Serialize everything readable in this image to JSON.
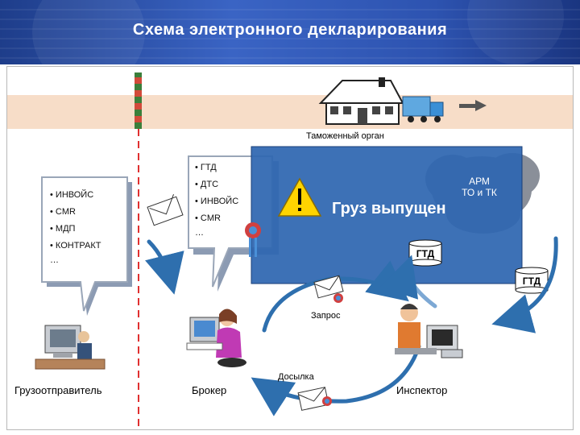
{
  "header": {
    "title": "Схема электронного декларирования"
  },
  "top": {
    "customs_label": "Таможенный орган"
  },
  "docs_left": {
    "items": [
      "• ИНВОЙС",
      "• CMR",
      "• МДП",
      "• КОНТРАКТ"
    ],
    "more": "…"
  },
  "docs_broker": {
    "items": [
      "• ГТД",
      "• ДТС",
      "• ИНВОЙС",
      "• CMR"
    ],
    "more": "…"
  },
  "popup": {
    "title": "Груз выпущен",
    "arm_line1": "АРМ",
    "arm_line2": "ТО и ТК",
    "gtd_label": "ГТД"
  },
  "right": {
    "gtd_label": "ГТД"
  },
  "flow": {
    "request_label": "Запрос",
    "send_label": "Досылка"
  },
  "actors": {
    "shipper": "Грузоотправитель",
    "broker": "Брокер",
    "inspector": "Инспектор"
  },
  "colors": {
    "header": "#2d53b0",
    "band": "#f7ddc8",
    "popup": "#2e66b0",
    "border_line": "#e03030"
  }
}
